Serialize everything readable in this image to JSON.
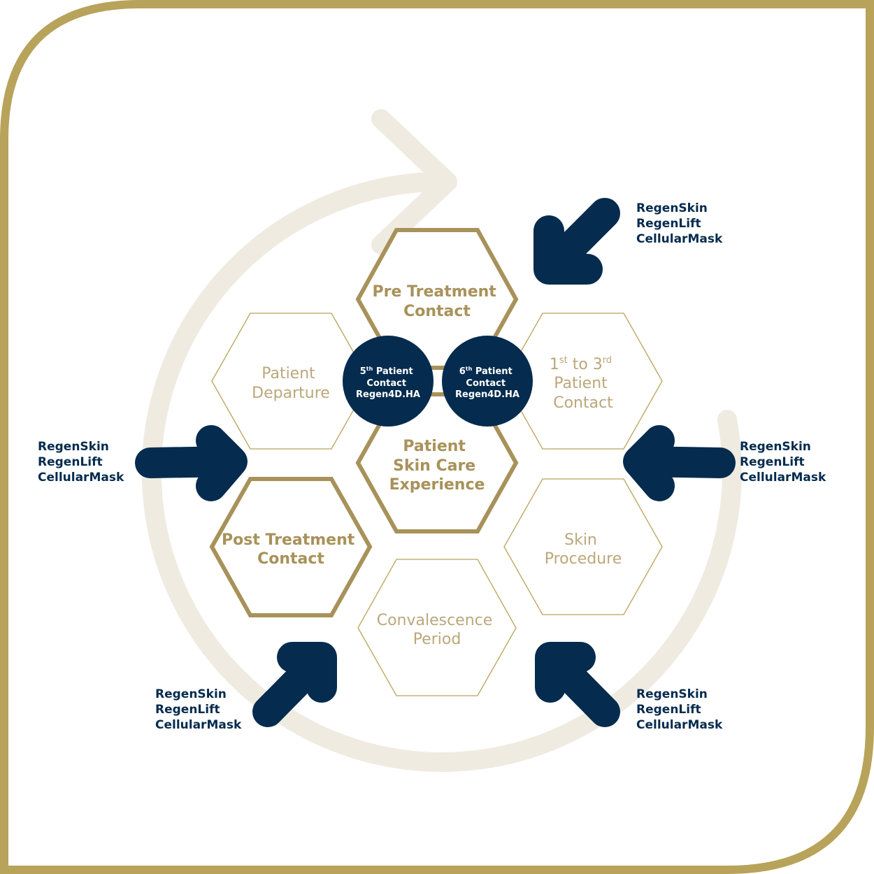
{
  "colors": {
    "gold": "#B8A35A",
    "hex_gold": "#A8925A",
    "navy": "#052B4E",
    "cycle": "#EFEBE1",
    "text_gold_light": "#BBA77A",
    "white": "#FFFFFF"
  },
  "hexagons": {
    "top": {
      "lines": [
        "Pre Treatment",
        "Contact"
      ],
      "style": "bold"
    },
    "upper_left": {
      "lines": [
        "Patient",
        "Departure"
      ],
      "style": "light"
    },
    "upper_right": {
      "ordinal_1": "1",
      "sup_1": "st",
      "mid": " to ",
      "ordinal_2": "3",
      "sup_2": "rd",
      "lines": [
        "Patient",
        "Contact"
      ],
      "style": "light"
    },
    "center": {
      "lines": [
        "Patient",
        "Skin Care",
        "Experience"
      ],
      "style": "bold"
    },
    "lower_left": {
      "lines": [
        "Post Treatment",
        "Contact"
      ],
      "style": "bold"
    },
    "lower_right": {
      "lines": [
        "Skin",
        "Procedure"
      ],
      "style": "light"
    },
    "bottom": {
      "lines": [
        "Convalescence",
        "Period"
      ],
      "style": "light"
    }
  },
  "circles": {
    "left": {
      "num": "5",
      "sup": "th",
      "line1": " Patient",
      "line2": "Contact",
      "line3": "Regen4D.HA"
    },
    "right": {
      "num": "6",
      "sup": "th",
      "line1": " Patient",
      "line2": "Contact",
      "line3": "Regen4D.HA"
    }
  },
  "product_labels": {
    "top_right": [
      "RegenSkin",
      "RegenLift",
      "CellularMask"
    ],
    "left": [
      "RegenSkin",
      "RegenLift",
      "CellularMask"
    ],
    "right": [
      "RegenSkin",
      "RegenLift",
      "CellularMask"
    ],
    "bottom_left": [
      "RegenSkin",
      "RegenLift",
      "CellularMask"
    ],
    "bottom_right": [
      "RegenSkin",
      "RegenLift",
      "CellularMask"
    ]
  },
  "icons": {
    "cycle_arrow": "circular-arrow-icon",
    "inward_arrow": "thick-arrow-icon"
  }
}
